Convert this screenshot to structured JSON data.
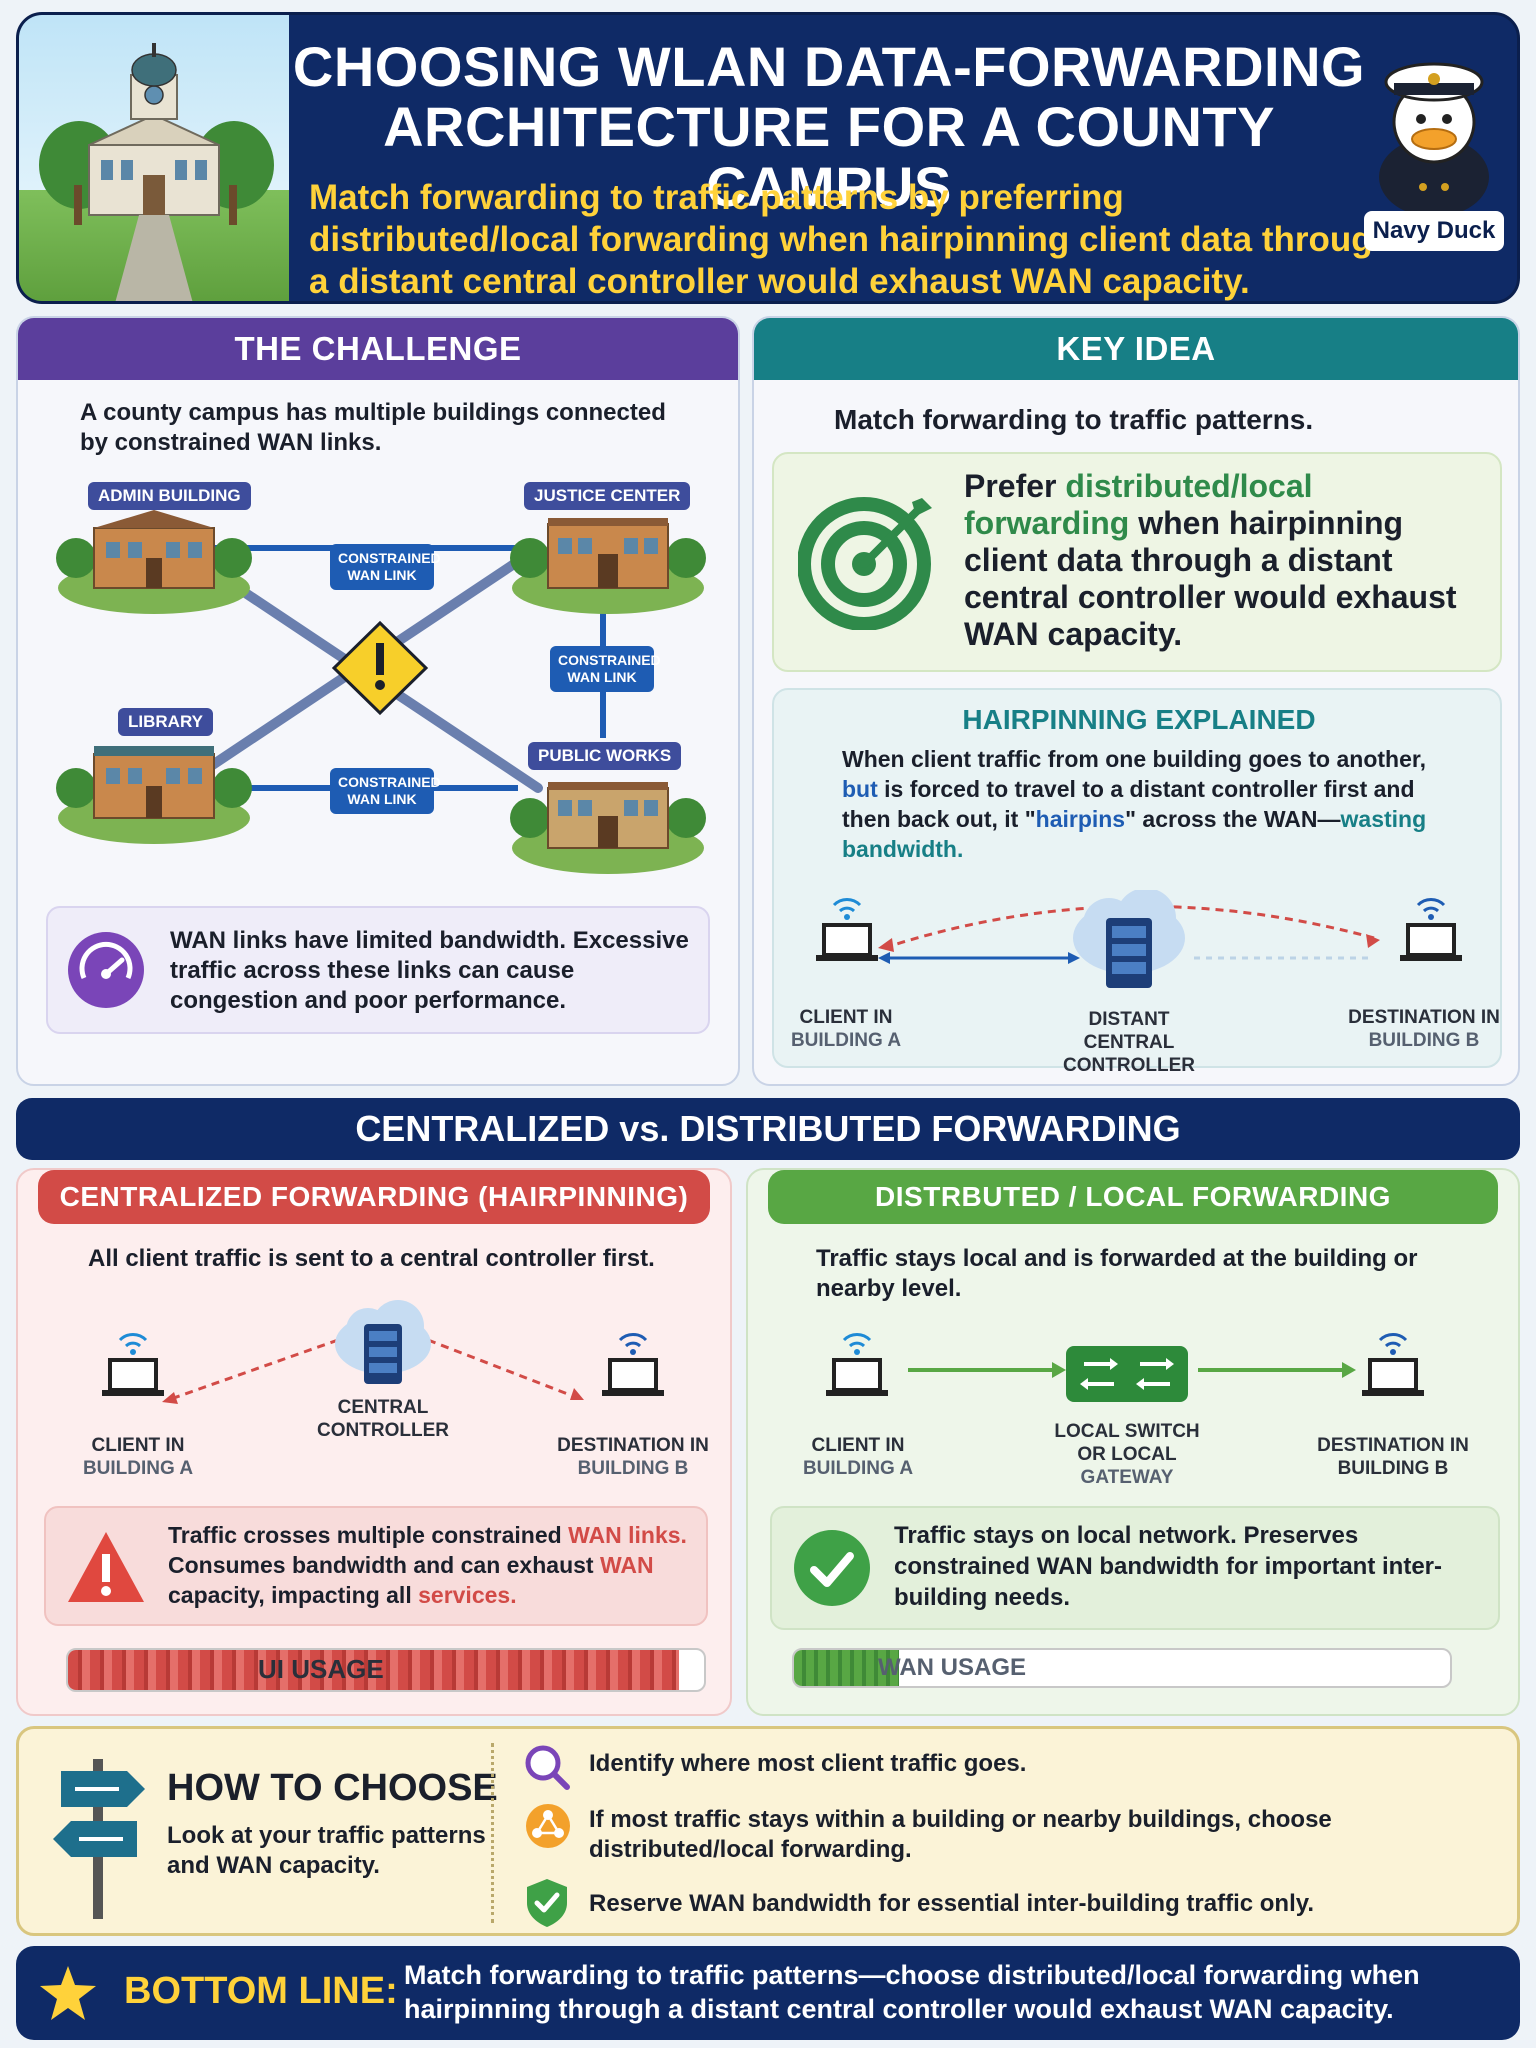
{
  "header": {
    "title_line1": "CHOOSING WLAN DATA-FORWARDING",
    "title_line2": "ARCHITECTURE FOR A COUNTY CAMPUS",
    "subtitle": "Match forwarding to traffic patterns by preferring distributed/local forwarding when hairpinning client data through a distant central controller would exhaust WAN capacity.",
    "mascot_label": "Navy Duck"
  },
  "challenge": {
    "title": "THE CHALLENGE",
    "intro": "A county campus has multiple buildings connected by constrained WAN links.",
    "buildings": [
      "ADMIN BUILDING",
      "JUSTICE CENTER",
      "LIBRARY",
      "PUBLIC WORKS"
    ],
    "wan_label": "CONSTRAINED WAN LINK",
    "note": "WAN links have limited bandwidth. Excessive traffic across these links can cause congestion and poor performance."
  },
  "key": {
    "title": "KEY IDEA",
    "intro": "Match forwarding to traffic patterns.",
    "prefer_prefix": "Prefer ",
    "prefer_highlight": "distributed/local forwarding",
    "prefer_suffix": " when hairpinning client data through a distant central controller would exhaust WAN capacity.",
    "hairpin_title": "HAIRPINNING EXPLAINED",
    "hairpin_a": "When client traffic from one building goes to another, ",
    "hairpin_b": "but",
    "hairpin_c": " is forced to travel to a distant controller first and then back out, it \"",
    "hairpin_d": "hairpins",
    "hairpin_e": "\" across the WAN—",
    "hairpin_f": "wasting bandwidth.",
    "client_line1": "CLIENT IN",
    "client_line2": "BUILDING A",
    "controller_line1": "DISTANT",
    "controller_line2": "CENTRAL",
    "controller_line3": "CONTROLLER",
    "dest_line1": "DESTINATION IN",
    "dest_line2": "BUILDING B"
  },
  "comparison": {
    "banner": "CENTRALIZED vs. DISTRIBUTED FORWARDING",
    "central": {
      "title": "CENTRALIZED FORWARDING (HAIRPINNING)",
      "intro": "All client traffic is sent to a central controller first.",
      "client_line1": "CLIENT IN",
      "client_line2": "BUILDING A",
      "controller_line1": "CENTRAL",
      "controller_line2": "CONTROLLER",
      "dest_line1": "DESTINATION IN",
      "dest_line2": "BUILDING B",
      "warn_a": "Traffic crosses multiple constrained ",
      "warn_b": "WAN links.",
      "warn_c": "Consumes bandwidth and can exhaust ",
      "warn_d": "WAN",
      "warn_e": "capacity, impacting all ",
      "warn_f": "services.",
      "usage_label": "UI USAGE",
      "usage_level": 0.96
    },
    "distributed": {
      "title": "DISTRBUTED / LOCAL FORWARDING",
      "intro": "Traffic stays local and is forwarded at the building or nearby level.",
      "client_line1": "CLIENT IN",
      "client_line2": "BUILDING A",
      "switch_line1": "LOCAL SWITCH",
      "switch_line2": "OR LOCAL",
      "switch_line3": "GATEWAY",
      "dest_line1": "DESTINATION IN",
      "dest_line2": "BUILDING B",
      "ok_text": "Traffic stays on local network. Preserves constrained WAN bandwidth for important inter-building needs.",
      "usage_label": "WAN USAGE",
      "usage_level": 0.16
    }
  },
  "choose": {
    "title": "HOW TO CHOOSE",
    "sub": "Look at your traffic patterns and WAN capacity.",
    "step1": "Identify where most client traffic goes.",
    "step2": "If most traffic stays within a building or nearby buildings, choose distributed/local forwarding.",
    "step3": "Reserve WAN bandwidth for essential inter-building traffic only."
  },
  "bottom": {
    "label": "BOTTOM LINE:",
    "text": "Match forwarding to traffic patterns—choose distributed/local forwarding when hairpinning through a distant central controller would exhaust WAN capacity."
  },
  "colors": {
    "navy": "#0f2a66",
    "gold": "#ffd23a",
    "purple": "#5b3e9c",
    "teal": "#177f86",
    "red": "#d24b47",
    "green": "#58a744",
    "wan_blue": "#1e5cb3"
  }
}
